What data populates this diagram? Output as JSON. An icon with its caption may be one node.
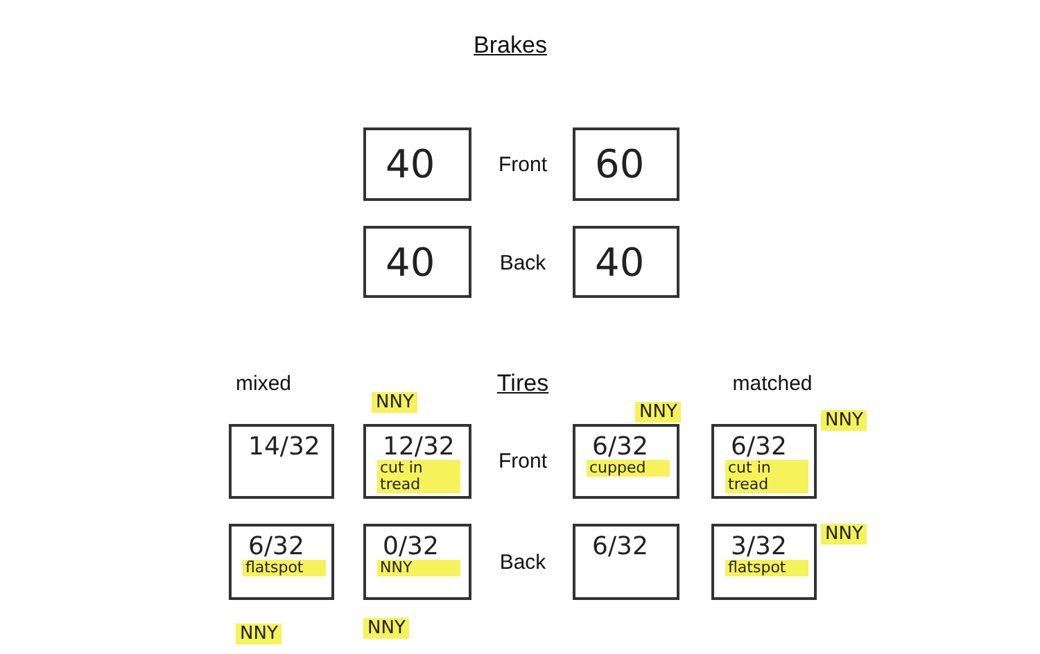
{
  "diagram": {
    "nodes": [
      {
        "text": [
          "40"
        ]
      },
      {
        "text": [
          "60"
        ]
      },
      {
        "text": [
          "40"
        ]
      },
      {
        "text": [
          "40"
        ]
      },
      {
        "text": [
          "14/32"
        ]
      },
      {
        "text": [
          "12/32",
          "cut in tread"
        ],
        "beside": [
          "NNY"
        ]
      },
      {
        "text": [
          "6/32",
          "cupped"
        ],
        "beside": [
          "NNY"
        ]
      },
      {
        "text": [
          "6/32",
          "cut in tread"
        ],
        "beside": [
          "NNY"
        ]
      },
      {
        "text": [
          "6/32",
          "flatspot"
        ],
        "beside": [
          "NNY"
        ]
      },
      {
        "text": [
          "0/32",
          "NNY"
        ],
        "beside": [
          "NNY"
        ]
      },
      {
        "text": [
          "6/32"
        ]
      },
      {
        "text": [
          "3/32",
          "flatspot"
        ],
        "beside": [
          "NNY"
        ]
      }
    ],
    "labels": [
      "Brakes",
      "Front",
      "Back",
      "mixed",
      "Tires",
      "matched",
      "Front",
      "Back"
    ]
  }
}
